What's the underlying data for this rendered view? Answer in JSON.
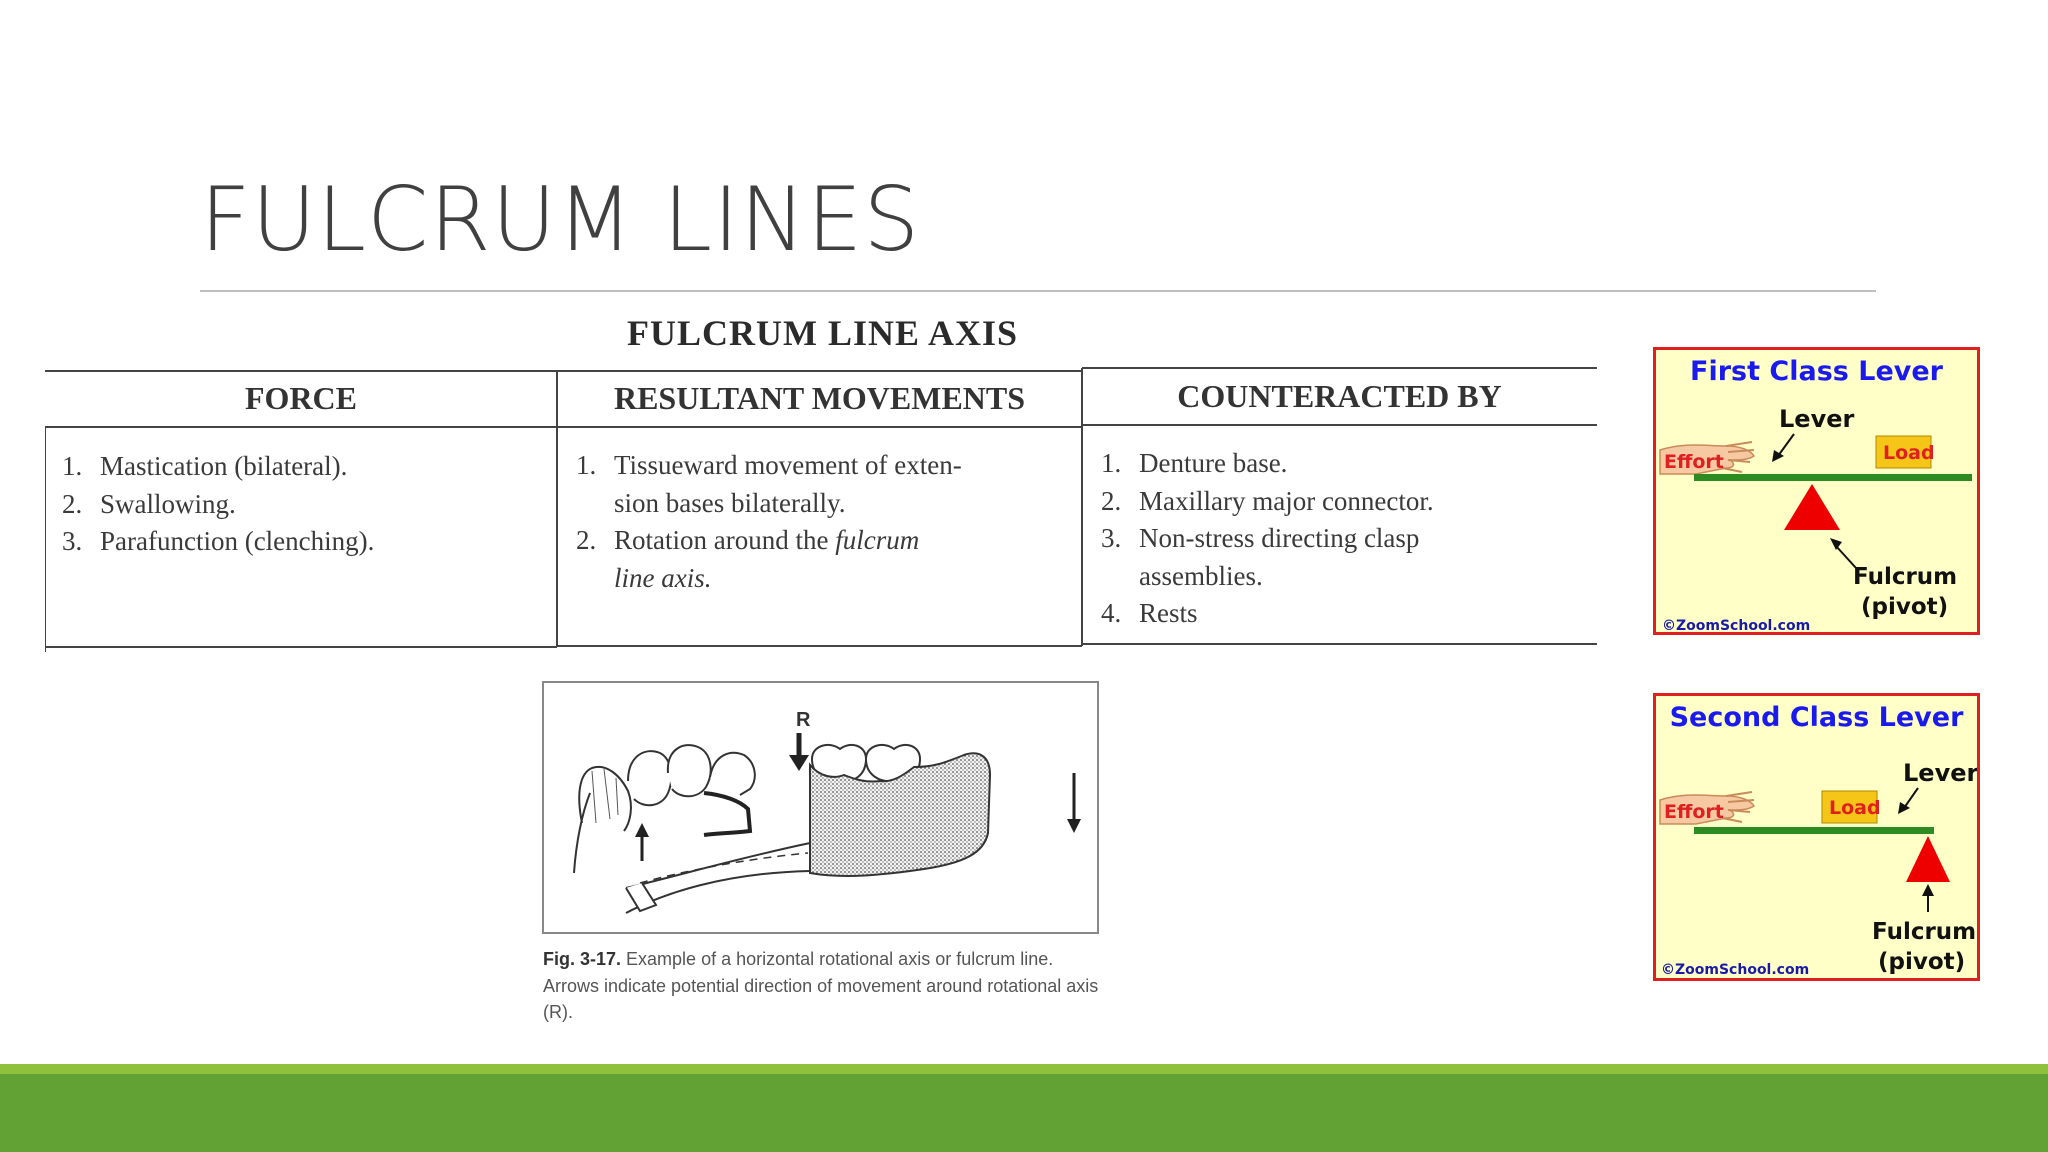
{
  "slide": {
    "title": "FULCRUM LINES"
  },
  "table": {
    "heading": "FULCRUM LINE AXIS",
    "columns": [
      {
        "header": "FORCE",
        "items": [
          {
            "num": "1.",
            "lines": [
              "Mastication (bilateral)."
            ]
          },
          {
            "num": "2.",
            "lines": [
              "Swallowing."
            ]
          },
          {
            "num": "3.",
            "lines": [
              "Parafunction (clenching)."
            ]
          }
        ]
      },
      {
        "header": "RESULTANT MOVEMENTS",
        "items": [
          {
            "num": "1.",
            "lines": [
              "Tissueward movement of exten-",
              "sion bases bilaterally."
            ]
          },
          {
            "num": "2.",
            "lines": [
              "Rotation around the",
              "line axis."
            ],
            "italic": [
              "fulcrum",
              ""
            ]
          }
        ]
      },
      {
        "header": "COUNTERACTED BY",
        "items": [
          {
            "num": "1.",
            "lines": [
              "Denture base."
            ]
          },
          {
            "num": "2.",
            "lines": [
              "Maxillary major connector."
            ]
          },
          {
            "num": "3.",
            "lines": [
              "Non-stress directing clasp",
              "assemblies."
            ]
          },
          {
            "num": "4.",
            "lines": [
              "Rests"
            ]
          }
        ]
      }
    ]
  },
  "figure": {
    "marker": "R",
    "caption_label": "Fig. 3-17.",
    "caption_text": " Example of a horizontal rotational axis or fulcrum line. Arrows indicate potential direction of movement around rotational axis (R)."
  },
  "levers": {
    "first": {
      "title": "First Class Lever",
      "lever_label": "Lever",
      "effort_label": "Effort",
      "load_label": "Load",
      "fulcrum_label": "Fulcrum",
      "pivot_label": "(pivot)",
      "credit": "©ZoomSchool.com"
    },
    "second": {
      "title": "Second Class Lever",
      "lever_label": "Lever",
      "effort_label": "Effort",
      "load_label": "Load",
      "fulcrum_label": "Fulcrum",
      "pivot_label": "(pivot)",
      "credit": "©ZoomSchool.com"
    }
  },
  "colors": {
    "footer": "#62a133",
    "footer_stripe": "#8fc13d",
    "lever_title": "#1a1aee",
    "lever_border": "#e02020",
    "lever_bg": "#ffffc8",
    "lever_bar": "#2e8b22",
    "fulcrum": "#ee0000",
    "load_box": "#f5c518",
    "effort_text": "#e02020"
  }
}
